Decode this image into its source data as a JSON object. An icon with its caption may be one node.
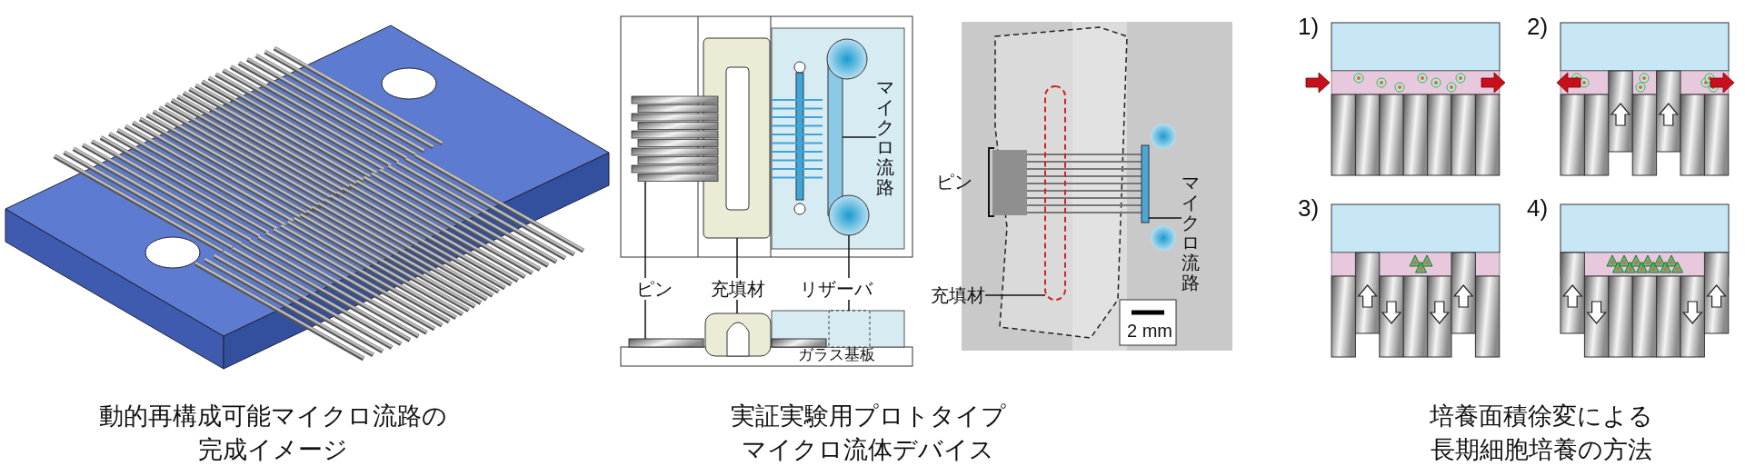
{
  "diagram": {
    "nodes": [
      {
        "text": [
          "ピン"
        ]
      },
      {
        "text": [
          "充填材"
        ]
      },
      {
        "text": [
          "リザーバ"
        ]
      },
      {
        "text": [
          "マイクロ流路"
        ]
      },
      {
        "text": [
          "充填材"
        ]
      },
      {
        "text": [
          "マイクロ流路"
        ]
      },
      {
        "text": [],
        "shape": "bar"
      },
      {
        "text": [],
        "shape": "bar"
      },
      {
        "text": [],
        "shape": "box"
      },
      {
        "text": [],
        "shape": "box"
      },
      {
        "text": [],
        "shape": "circle"
      },
      {
        "text": [],
        "shape": "box"
      },
      {
        "text": [],
        "shape": "bar"
      },
      {
        "text": [],
        "shape": "box"
      },
      {
        "text": [],
        "shape": "bar"
      }
    ],
    "edges": [
      {
        "from": 0,
        "to": 6,
        "arrow": "none"
      },
      {
        "from": 0,
        "to": 7,
        "arrow": "none"
      },
      {
        "from": 1,
        "to": 8,
        "arrow": "none"
      },
      {
        "from": 1,
        "to": 9,
        "arrow": "none"
      },
      {
        "from": 2,
        "to": 10,
        "arrow": "none"
      },
      {
        "from": 2,
        "to": 11,
        "arrow": "none"
      },
      {
        "from": 3,
        "to": 12,
        "arrow": "none"
      },
      {
        "from": 4,
        "to": 13,
        "arrow": "none"
      },
      {
        "from": 5,
        "to": 14,
        "arrow": "none"
      }
    ],
    "labels": [
      "ガラス基板",
      "ピン",
      "2 mm",
      "1)",
      "2)",
      "3)",
      "4)",
      "動的再構成可能マイクロ流路の完成イメージ",
      "実証実験用プロトタイプマイクロ流体デバイス",
      "培養面積徐変による長期細胞培養の方法"
    ]
  }
}
